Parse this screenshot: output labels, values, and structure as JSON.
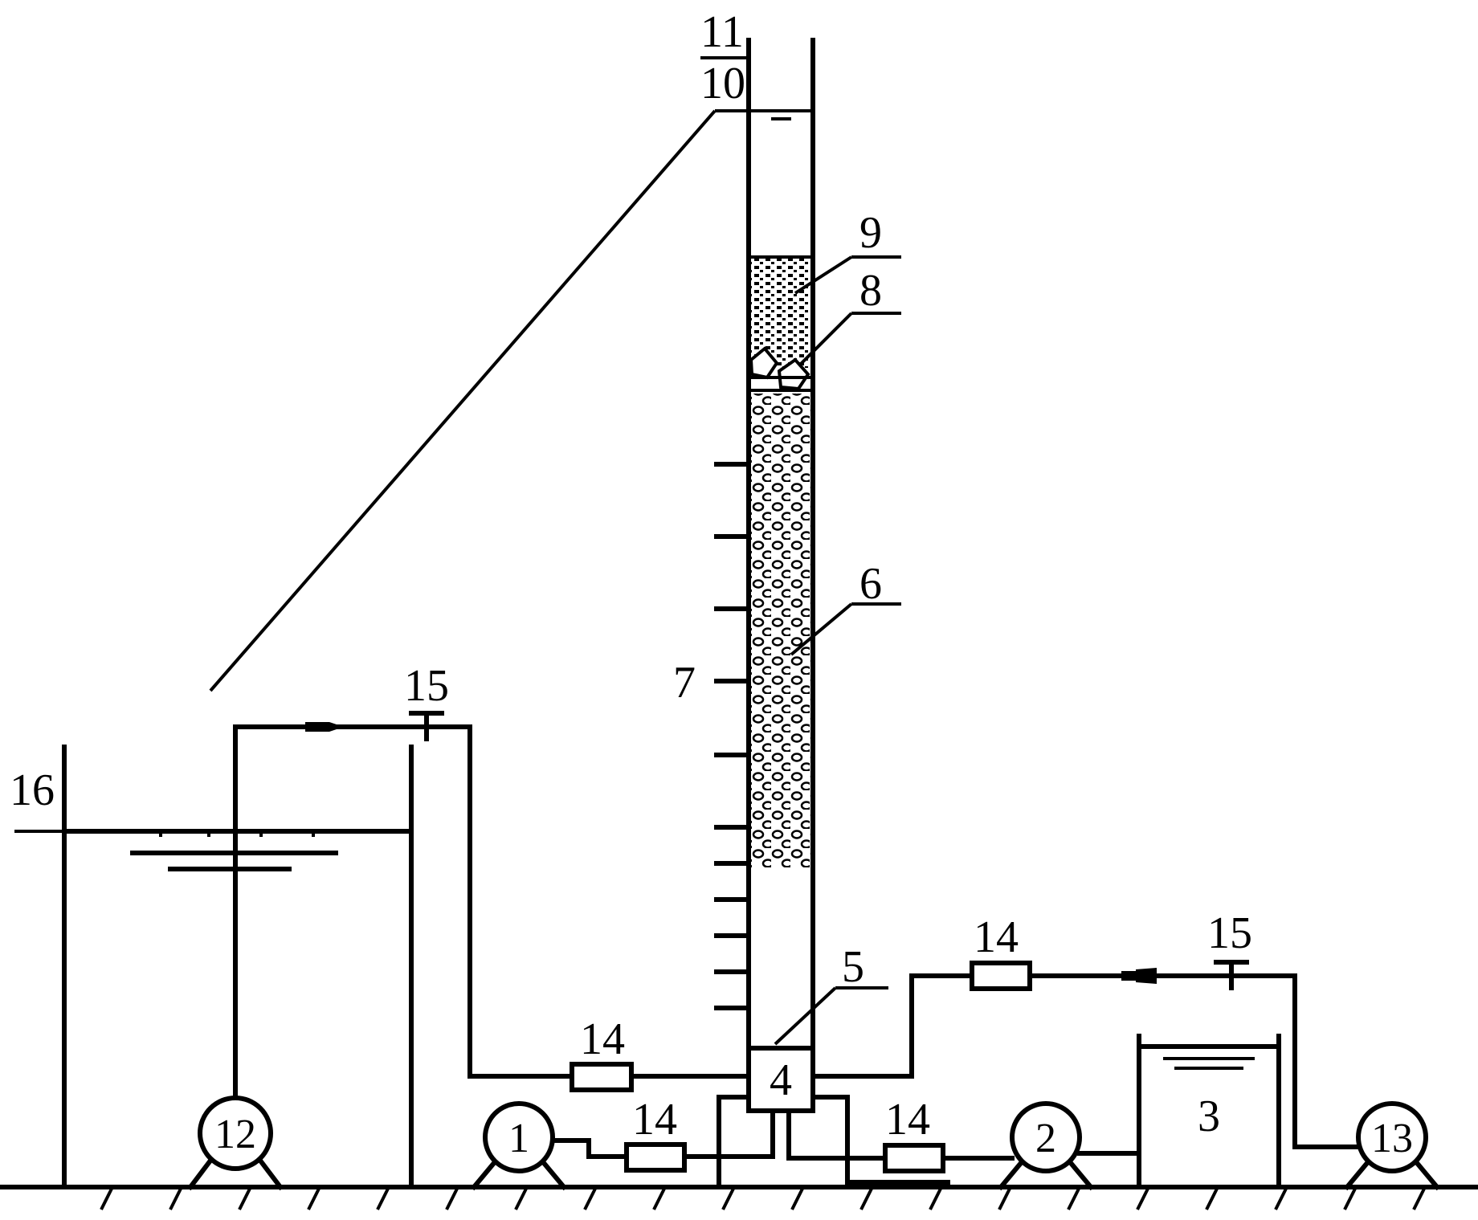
{
  "labels": {
    "pump_1": "1",
    "pump_2": "2",
    "tank_3": "3",
    "distributor_4": "4",
    "bottom_5": "5",
    "filler_6": "6",
    "scale_7": "7",
    "layer_8": "8",
    "layer_9": "9",
    "water_level_10": "10",
    "column_11": "11",
    "pump_12": "12",
    "pump_13": "13",
    "flowmeter_left": "14",
    "flowmeter_bottom_left": "14",
    "flowmeter_bottom_right": "14",
    "flowmeter_top_right": "14",
    "valve_left": "15",
    "valve_right": "15",
    "tank_16": "16"
  }
}
